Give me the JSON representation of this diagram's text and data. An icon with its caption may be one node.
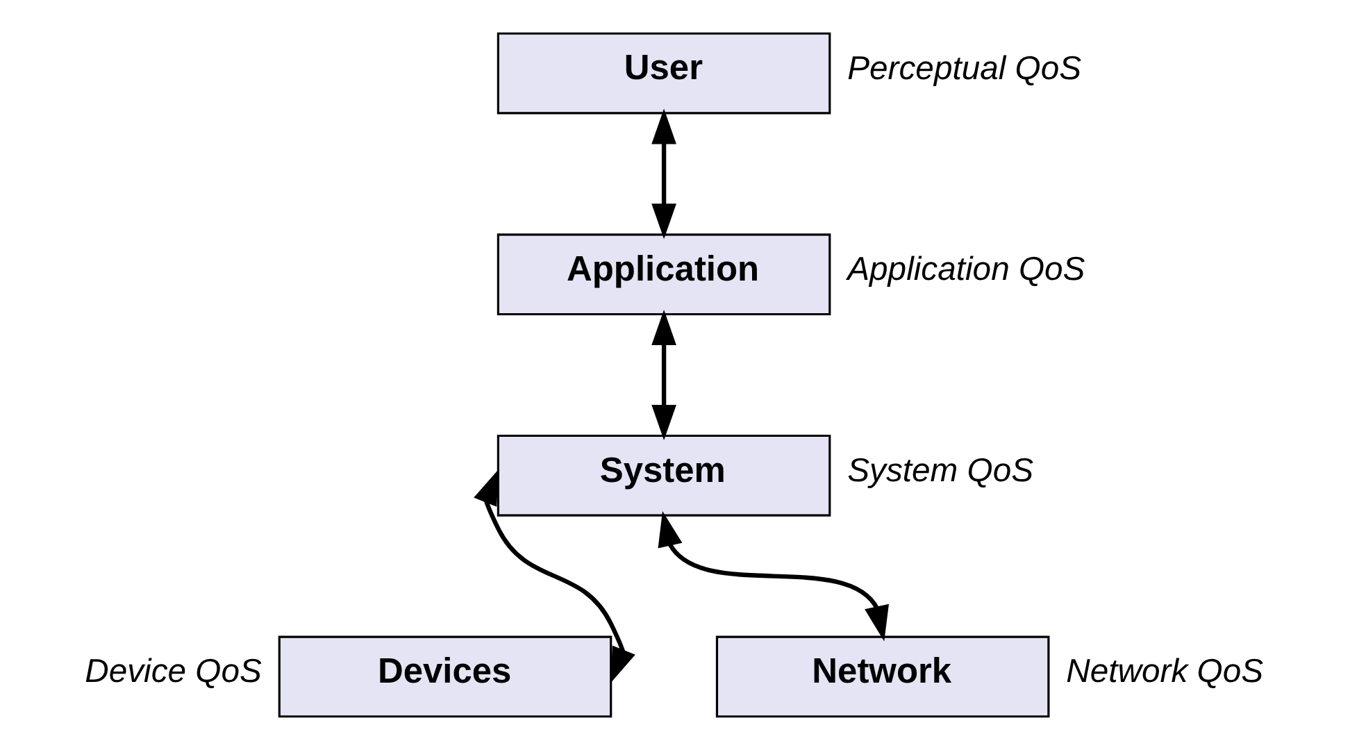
{
  "diagram": {
    "nodes": [
      {
        "text": [
          "User"
        ],
        "beside": [
          "Perceptual QoS"
        ]
      },
      {
        "text": [
          "Application"
        ],
        "beside": [
          "Application QoS"
        ]
      },
      {
        "text": [
          "System"
        ],
        "beside": [
          "System QoS"
        ]
      },
      {
        "text": [
          "Devices"
        ],
        "beside": [
          "Device QoS"
        ]
      },
      {
        "text": [
          "Network"
        ],
        "beside": [
          "Network QoS"
        ]
      }
    ],
    "edges": [
      {
        "from": 0,
        "to": 1,
        "arrow": "both"
      },
      {
        "from": 1,
        "to": 2,
        "arrow": "both"
      },
      {
        "from": 2,
        "to": 3,
        "arrow": "both"
      },
      {
        "from": 2,
        "to": 4,
        "arrow": "both"
      }
    ]
  }
}
